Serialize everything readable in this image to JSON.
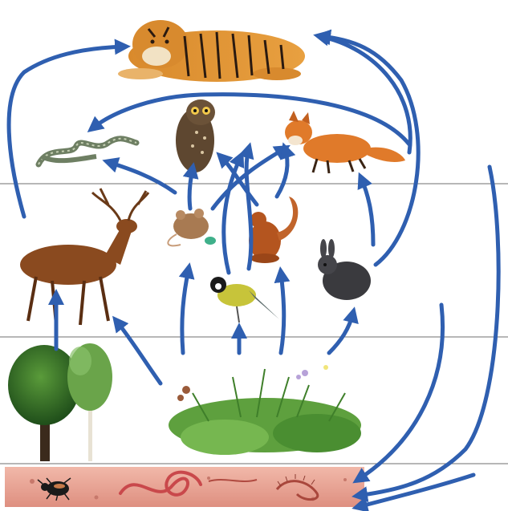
{
  "diagram": {
    "kind": "food web illustration",
    "colors": {
      "arrow": "#2f5fb0",
      "arrow_highlight": "#79a6e8",
      "separator": "#6f6f6f",
      "soil": "#e9a89b",
      "foliage": "#4f9a33"
    },
    "organisms": [
      "tiger",
      "snake",
      "owl",
      "fox",
      "deer",
      "mouse",
      "squirrel",
      "rabbit",
      "great-tit-bird",
      "trees",
      "grass-and-plants",
      "beetle",
      "earthworm",
      "soil-organisms"
    ],
    "levels": [
      "top-predator",
      "predators",
      "herbivores",
      "producers",
      "decomposers"
    ]
  }
}
